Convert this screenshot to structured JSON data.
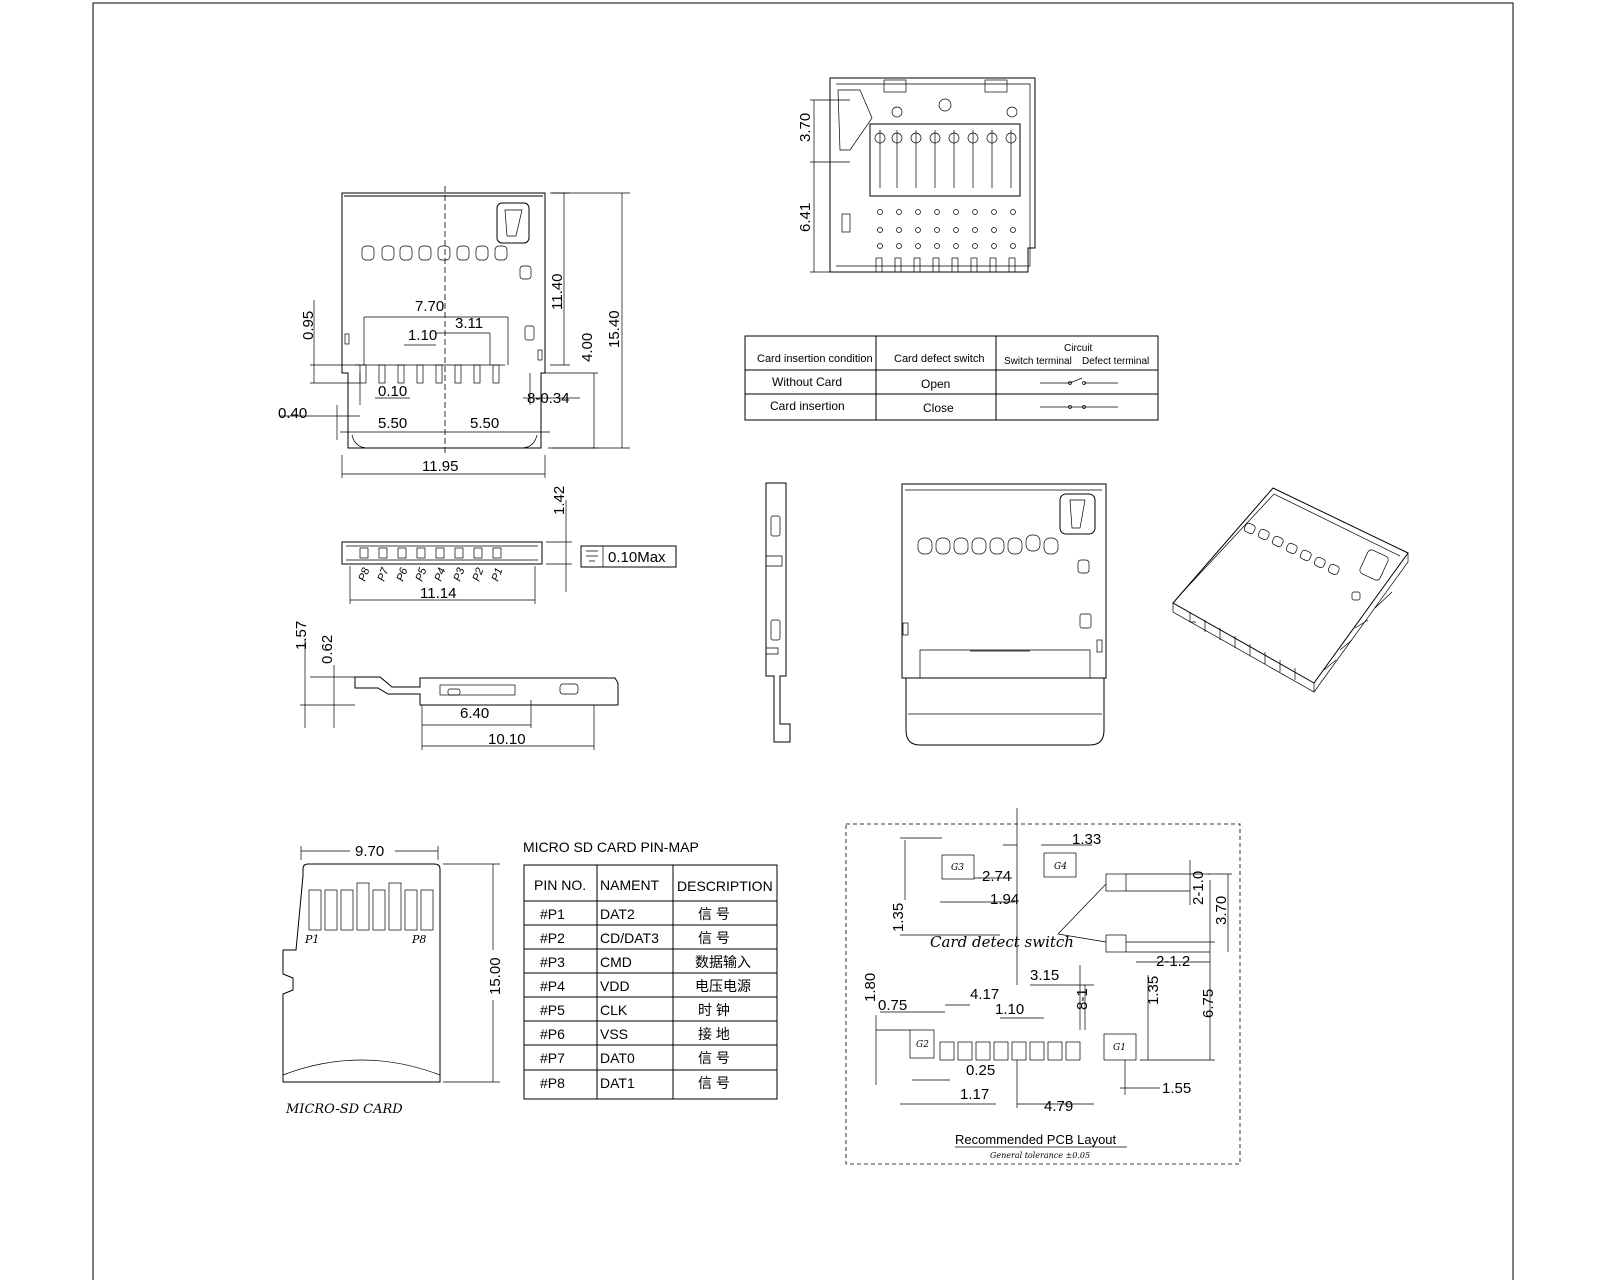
{
  "dimensions": {
    "top_view": [
      "7.70",
      "3.11",
      "1.10",
      "0.95",
      "0.10",
      "0.40",
      "5.50",
      "5.50",
      "8-0.34",
      "11.95",
      "11.40",
      "4.00",
      "15.40"
    ],
    "front_view": [
      "1.42",
      "0.10Max",
      "11.14"
    ],
    "side_view": [
      "1.57",
      "0.62",
      "6.40",
      "10.10"
    ],
    "bottom_view": [
      "3.70",
      "6.41"
    ],
    "card": [
      "9.70",
      "15.00"
    ],
    "pcb": [
      "1.33",
      "2.74",
      "1.94",
      "1.35",
      "2-1.0",
      "3.70",
      "2-1.2",
      "3.15",
      "4.17",
      "1.10",
      "8-1",
      "1.35",
      "6.75",
      "1.80",
      "0.75",
      "0.25",
      "1.17",
      "4.79",
      "1.55"
    ]
  },
  "pin_labels": [
    "P8",
    "P7",
    "P6",
    "P5",
    "P4",
    "P3",
    "P2",
    "P1"
  ],
  "switch_table": {
    "headers": [
      "Card insertion condition",
      "Card defect switch",
      "Circuit",
      "Switch terminal",
      "Defect terminal"
    ],
    "rows": [
      {
        "condition": "Without Card",
        "switch": "Open"
      },
      {
        "condition": "Card insertion",
        "switch": "Close"
      }
    ]
  },
  "card": {
    "label": "MICRO-SD CARD",
    "pin_first": "P1",
    "pin_last": "P8"
  },
  "pinmap": {
    "title": "MICRO SD CARD PIN-MAP",
    "headers": [
      "PIN NO.",
      "NAMENT",
      "DESCRIPTION"
    ],
    "rows": [
      {
        "pin": "#P1",
        "name": "DAT2",
        "desc": "信 号"
      },
      {
        "pin": "#P2",
        "name": "CD/DAT3",
        "desc": "信 号"
      },
      {
        "pin": "#P3",
        "name": "CMD",
        "desc": "数据输入"
      },
      {
        "pin": "#P4",
        "name": "VDD",
        "desc": "电压电源"
      },
      {
        "pin": "#P5",
        "name": "CLK",
        "desc": "时 钟"
      },
      {
        "pin": "#P6",
        "name": "VSS",
        "desc": "接 地"
      },
      {
        "pin": "#P7",
        "name": "DAT0",
        "desc": "信 号"
      },
      {
        "pin": "#P8",
        "name": "DAT1",
        "desc": "信 号"
      }
    ]
  },
  "pcb": {
    "pads": [
      "G3",
      "G4",
      "G2",
      "G1"
    ],
    "callout": "Card detect switch",
    "title": "Recommended PCB Layout",
    "tolerance": "General tolerance ±0.05"
  }
}
